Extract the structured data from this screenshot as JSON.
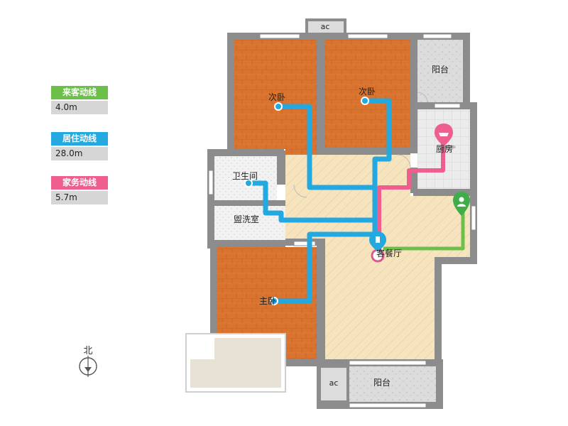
{
  "legend": [
    {
      "label": "来客动线",
      "value": "4.0m",
      "color": "#6cc04a"
    },
    {
      "label": "居住动线",
      "value": "28.0m",
      "color": "#23a8e0"
    },
    {
      "label": "家务动线",
      "value": "5.7m",
      "color": "#ee5f8f"
    }
  ],
  "rooms": {
    "bedroom2a": "次卧",
    "bedroom2b": "次卧",
    "balcony_top": "阳台",
    "kitchen": "厨房",
    "bathroom": "卫生间",
    "washroom": "盥洗室",
    "living": "客餐厅",
    "master": "主卧",
    "balcony_bottom": "阳台",
    "ac_top": "ac",
    "ac_bottom": "ac"
  },
  "compass": {
    "label": "北"
  },
  "colors": {
    "wall": "#8c8c8c",
    "wood": "#d9732e",
    "tile": "#f4e0b8",
    "balcony": "#dadada",
    "kitchen": "#e9e9e9",
    "guest": "#6cc04a",
    "living_route": "#23a8e0",
    "chore": "#ee5f8f"
  }
}
